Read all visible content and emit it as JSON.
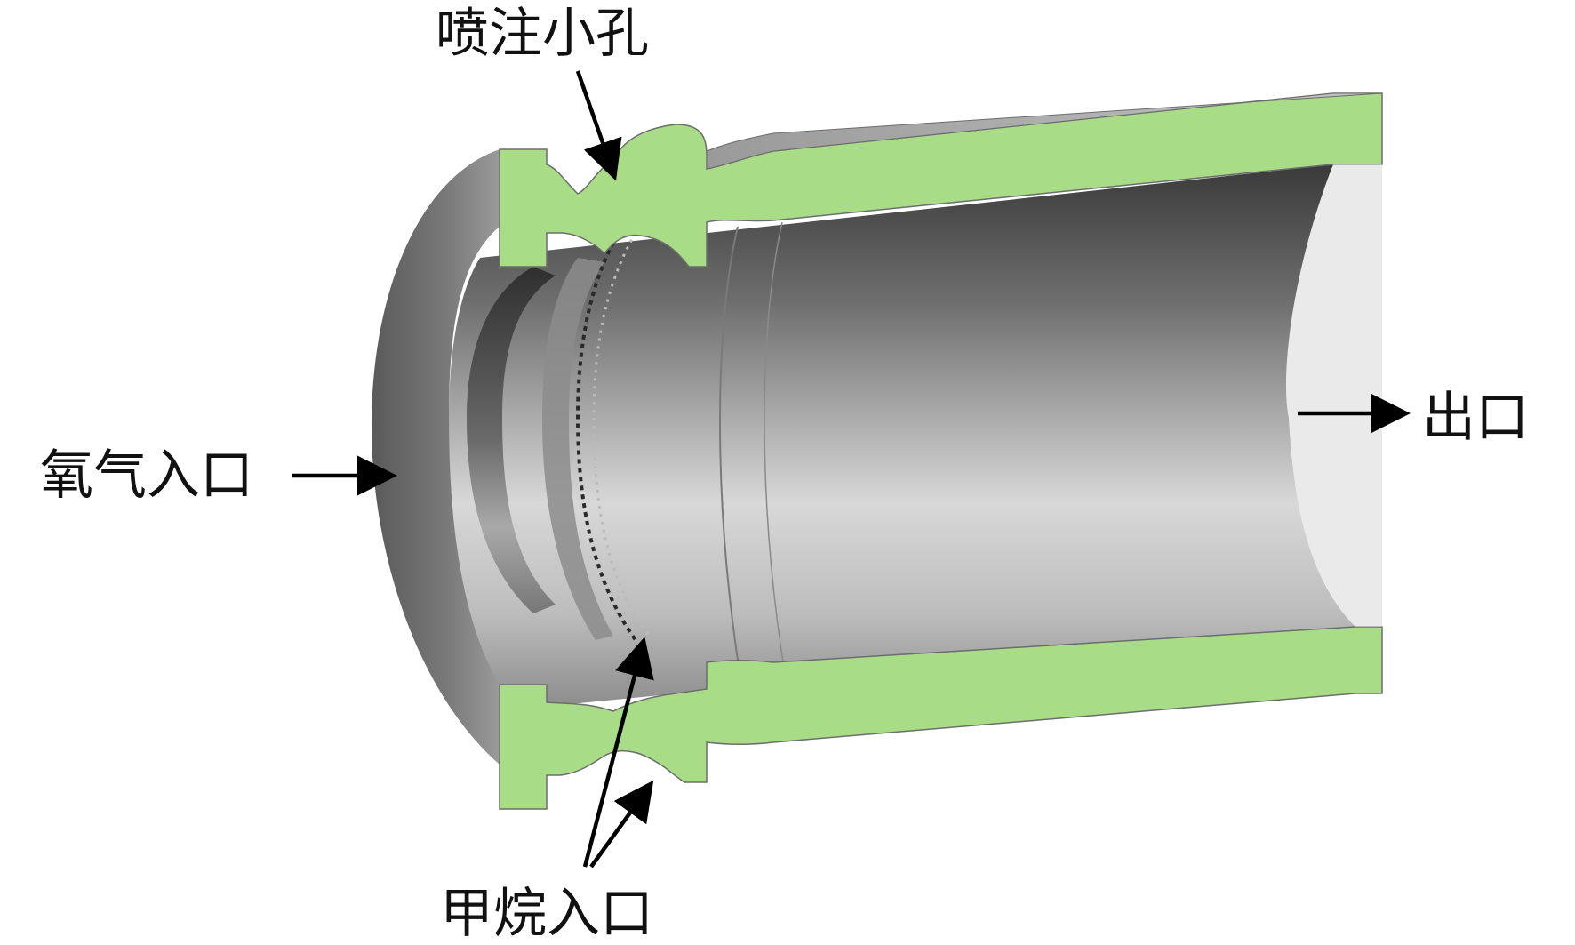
{
  "labels": {
    "injection_holes": "喷注小孔",
    "oxygen_inlet": "氧气入口",
    "outlet": "出口",
    "methane_inlet": "甲烷入口"
  },
  "colors": {
    "section_fill": "#a8dc86",
    "metal_dark": "#4a4a4a",
    "metal_mid": "#8f8f8f",
    "metal_light": "#d6d6d6",
    "arrow": "#000000"
  }
}
